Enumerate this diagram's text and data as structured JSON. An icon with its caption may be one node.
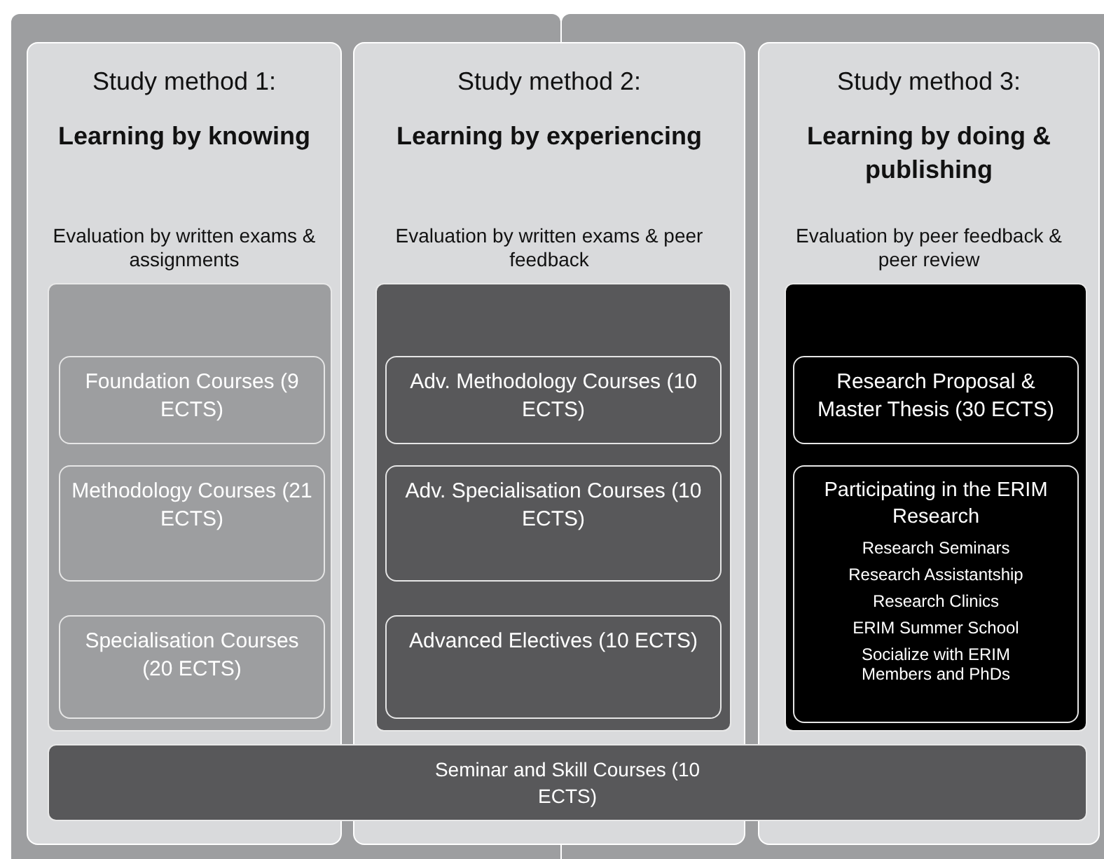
{
  "diagram": {
    "nodes": [
      {
        "text": [
          "Study method 1:",
          "Learning by knowing",
          "Evaluation by written exams & assignments"
        ]
      },
      {
        "text": [],
        "shape": "box",
        "in": 0
      },
      {
        "text": [
          "Foundation Courses (9 ECTS)"
        ],
        "in": 1
      },
      {
        "text": [
          "Methodology Courses (21 ECTS)"
        ],
        "in": 1
      },
      {
        "text": [
          "Specialisation Courses (20 ECTS)"
        ],
        "in": 1
      },
      {
        "text": [
          "Study method 2:",
          "Learning by experiencing",
          "Evaluation by written exams & peer feedback"
        ]
      },
      {
        "text": [],
        "shape": "box",
        "in": 5
      },
      {
        "text": [
          "Adv. Methodology Courses (10 ECTS)"
        ],
        "in": 6
      },
      {
        "text": [
          "Adv. Specialisation Courses (10 ECTS)"
        ],
        "in": 6
      },
      {
        "text": [
          "Advanced Electives (10 ECTS)"
        ],
        "in": 6
      },
      {
        "text": [
          "Study method 3:",
          "Learning by doing & publishing",
          "Evaluation by peer feedback & peer review"
        ]
      },
      {
        "text": [],
        "shape": "box",
        "in": 10
      },
      {
        "text": [
          "Research Proposal & Master Thesis (30 ECTS)"
        ],
        "in": 11
      },
      {
        "text": [
          "Participating in the ERIM Research",
          "Research Seminars",
          "Research Assistantship",
          "Research Clinics",
          "ERIM Summer School",
          "Socialize with ERIM Members and PhDs"
        ],
        "in": 11
      },
      {
        "text": [
          "Seminar and Skill Courses (10 ECTS)"
        ]
      }
    ]
  }
}
